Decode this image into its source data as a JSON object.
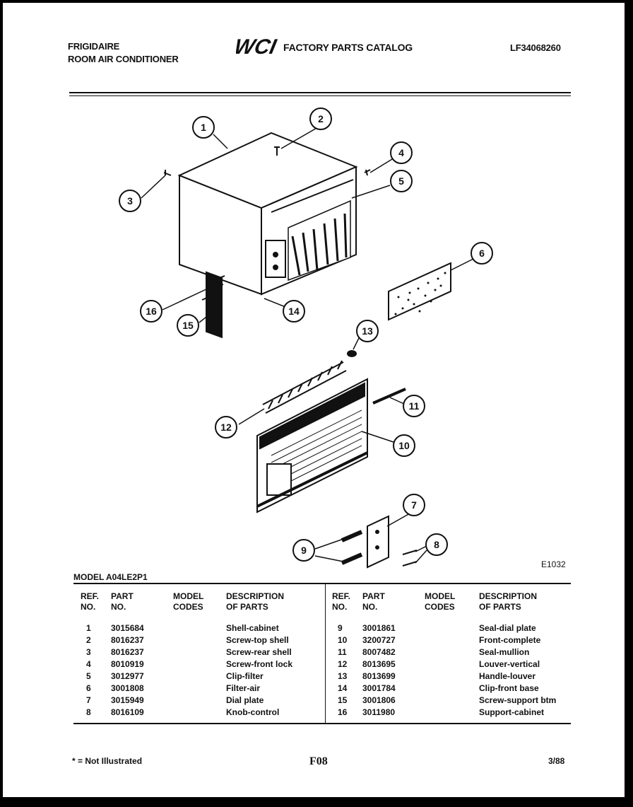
{
  "header": {
    "brand_line1": "FRIGIDAIRE",
    "brand_line2": "ROOM AIR CONDITIONER",
    "logo_text": "WCI",
    "catalog_title": "FACTORY PARTS CATALOG",
    "catalog_number": "LF34068260"
  },
  "diagram": {
    "figure_code": "E1032",
    "callouts": [
      "1",
      "2",
      "3",
      "4",
      "5",
      "6",
      "7",
      "8",
      "9",
      "10",
      "11",
      "12",
      "13",
      "14",
      "15",
      "16"
    ]
  },
  "table": {
    "model_line": "MODEL A04LE2P1",
    "headers": {
      "ref_1": "REF.",
      "ref_2": "NO.",
      "part_1": "PART",
      "part_2": "NO.",
      "model_1": "MODEL",
      "model_2": "CODES",
      "desc_1": "DESCRIPTION",
      "desc_2": "OF PARTS"
    },
    "left_rows": [
      {
        "ref": "1",
        "part": "3015684",
        "desc": "Shell-cabinet"
      },
      {
        "ref": "2",
        "part": "8016237",
        "desc": "Screw-top shell"
      },
      {
        "ref": "3",
        "part": "8016237",
        "desc": "Screw-rear shell"
      },
      {
        "ref": "4",
        "part": "8010919",
        "desc": "Screw-front lock"
      },
      {
        "ref": "5",
        "part": "3012977",
        "desc": "Clip-filter"
      },
      {
        "ref": "6",
        "part": "3001808",
        "desc": "Filter-air"
      },
      {
        "ref": "7",
        "part": "3015949",
        "desc": "Dial plate"
      },
      {
        "ref": "8",
        "part": "8016109",
        "desc": "Knob-control"
      }
    ],
    "right_rows": [
      {
        "ref": "9",
        "part": "3001861",
        "desc": "Seal-dial plate"
      },
      {
        "ref": "10",
        "part": "3200727",
        "desc": "Front-complete"
      },
      {
        "ref": "11",
        "part": "8007482",
        "desc": "Seal-mullion"
      },
      {
        "ref": "12",
        "part": "8013695",
        "desc": "Louver-vertical"
      },
      {
        "ref": "13",
        "part": "8013699",
        "desc": "Handle-louver"
      },
      {
        "ref": "14",
        "part": "3001784",
        "desc": "Clip-front base"
      },
      {
        "ref": "15",
        "part": "3001806",
        "desc": "Screw-support btm"
      },
      {
        "ref": "16",
        "part": "3011980",
        "desc": "Support-cabinet"
      }
    ]
  },
  "footer": {
    "note": "* = Not Illustrated",
    "page_code": "F08",
    "date": "3/88"
  }
}
